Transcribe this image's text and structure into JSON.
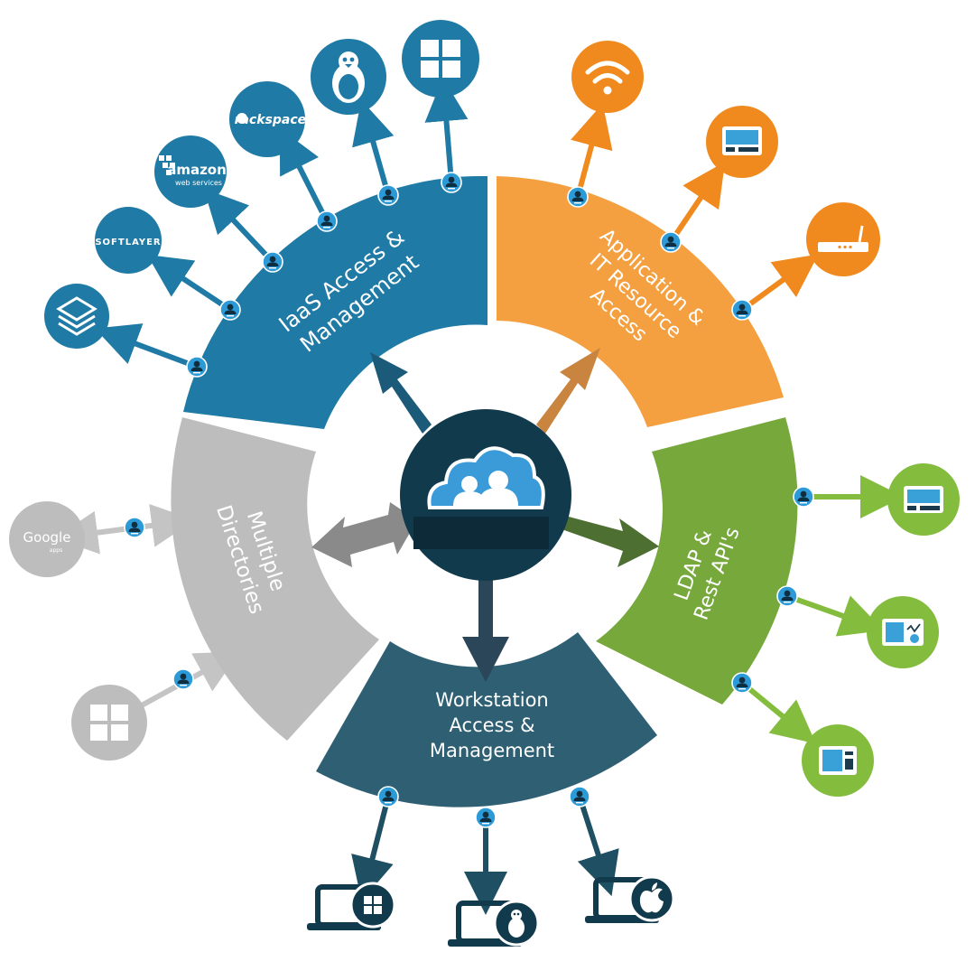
{
  "segments": {
    "iaas": {
      "line1": "IaaS Access &",
      "line2": "Management"
    },
    "app": {
      "line1": "Application &",
      "line2": "IT Resource",
      "line3": "Access"
    },
    "ldap": {
      "line1": "LDAP &",
      "line2": "Rest API's"
    },
    "workstation": {
      "line1": "Workstation",
      "line2": "Access &",
      "line3": "Management"
    },
    "directories": {
      "line1": "Multiple",
      "line2": "Directories"
    }
  },
  "logos": {
    "softlayer": "SOFTLAYER",
    "amazon_main": "amazon",
    "amazon_sub": "web services",
    "rackspace": "rackspace.",
    "google_main": "Google",
    "google_sub": "apps"
  },
  "colors": {
    "iaas": "#1f7aa5",
    "app": "#f4a040",
    "app_icon": "#f08a1e",
    "ldap": "#76a83c",
    "ldap_icon": "#84bc3e",
    "workstation": "#2f5f73",
    "directories": "#bdbdbd",
    "hub": "#123a4d",
    "user_badge": "#2d9ad8"
  }
}
